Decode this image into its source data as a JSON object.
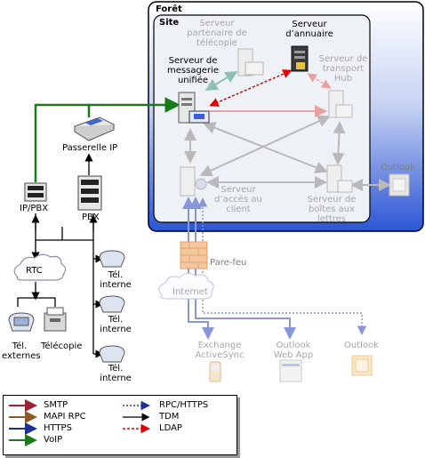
{
  "forest": {
    "title": "Forêt"
  },
  "site": {
    "title": "Site"
  },
  "servers": {
    "fax_partner": "Serveur partenaire de télécopie",
    "directory": "Serveur d’annuaire",
    "unified_messaging": "Serveur de messagerie unifiée",
    "hub_transport": "Serveur de transport Hub",
    "client_access": "Serveur d’accès au client",
    "mailbox": "Serveur de boîtes aux lettres"
  },
  "devices": {
    "outlook_inside": "Outlook",
    "ip_gateway": "Passerelle IP",
    "ip_pbx": "IP/PBX",
    "pbx": "PBX",
    "rtc": "RTC",
    "firewall": "Pare-feu",
    "internet": "Internet",
    "ext_phones": "Tél. externes",
    "fax": "Télécopie",
    "int_phone_1": "Tél. interne",
    "int_phone_2": "Tél. interne",
    "int_phone_3": "Tél. interne",
    "exchange_activesync": "Exchange ActiveSync",
    "outlook_web_app": "Outlook Web App",
    "outlook_outside": "Outlook"
  },
  "legend": {
    "smtp": "SMTP",
    "mapi_rpc": "MAPI RPC",
    "https": "HTTPS",
    "voip": "VoIP",
    "rpc_https": "RPC/HTTPS",
    "tdm": "TDM",
    "ldap": "LDAP"
  },
  "colors": {
    "smtp": "#9b2335",
    "mapi_rpc": "#8b5a2b",
    "https": "#1f2f8f",
    "voip": "#1a7a1a",
    "rpc_https": "#2a3a9f",
    "tdm": "#000000",
    "ldap": "#e00000",
    "forest_gradient_top": "#ffffff",
    "forest_gradient_bottom": "#2b55d4"
  }
}
